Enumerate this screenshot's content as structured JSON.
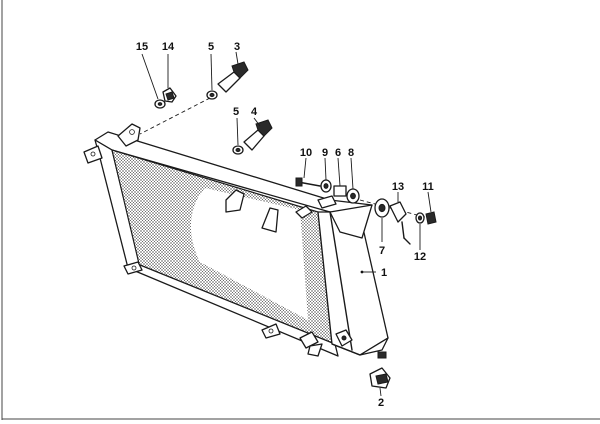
{
  "diagram": {
    "callouts": [
      {
        "id": "1",
        "label": "1"
      },
      {
        "id": "2",
        "label": "2"
      },
      {
        "id": "3",
        "label": "3"
      },
      {
        "id": "4",
        "label": "4"
      },
      {
        "id": "5a",
        "label": "5"
      },
      {
        "id": "5b",
        "label": "5"
      },
      {
        "id": "6",
        "label": "6"
      },
      {
        "id": "7",
        "label": "7"
      },
      {
        "id": "8",
        "label": "8"
      },
      {
        "id": "9",
        "label": "9"
      },
      {
        "id": "10",
        "label": "10"
      },
      {
        "id": "11",
        "label": "11"
      },
      {
        "id": "12",
        "label": "12"
      },
      {
        "id": "13",
        "label": "13"
      },
      {
        "id": "14",
        "label": "14"
      },
      {
        "id": "15",
        "label": "15"
      }
    ]
  }
}
